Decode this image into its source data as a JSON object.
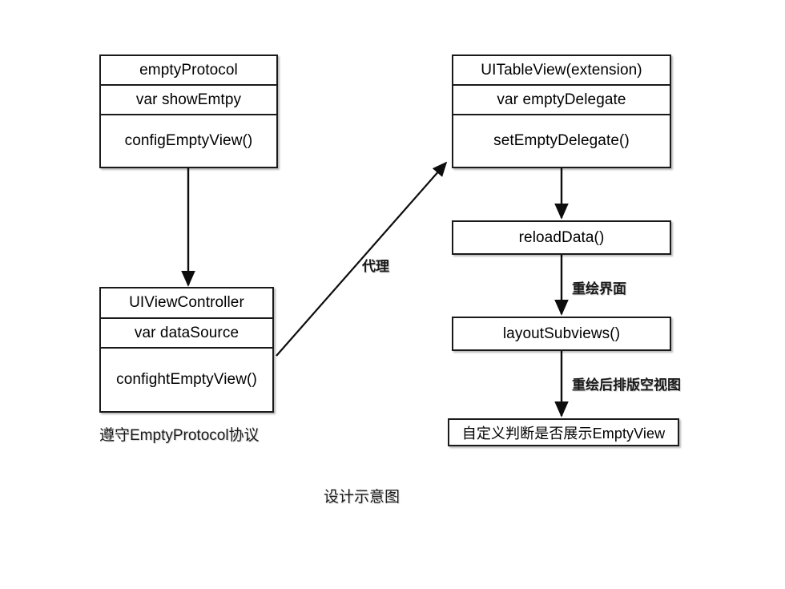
{
  "diagram": {
    "caption": "设计示意图",
    "nodes": {
      "empty_protocol": {
        "title": "emptyProtocol",
        "property": "var showEmtpy",
        "method": "configEmptyView()"
      },
      "view_controller": {
        "title": "UIViewController",
        "property": "var dataSource",
        "method": "confightEmptyView()",
        "note": "遵守EmptyProtocol协议"
      },
      "table_view": {
        "title": "UITableView(extension)",
        "property": "var emptyDelegate",
        "method": "setEmptyDelegate()"
      },
      "reload_data": {
        "title": "reloadData()"
      },
      "layout_subviews": {
        "title": "layoutSubviews()"
      },
      "custom_decision": {
        "title": "自定义判断是否展示EmptyView"
      }
    },
    "edges": {
      "protocol_to_controller": "",
      "controller_to_tableview": "代理",
      "tableview_to_reload": "",
      "reload_to_layout": "重绘界面",
      "layout_to_decision": "重绘后排版空视图"
    },
    "colors": {
      "stroke": "#1a1a1a",
      "fill": "#ffffff",
      "text": "#000000"
    }
  }
}
